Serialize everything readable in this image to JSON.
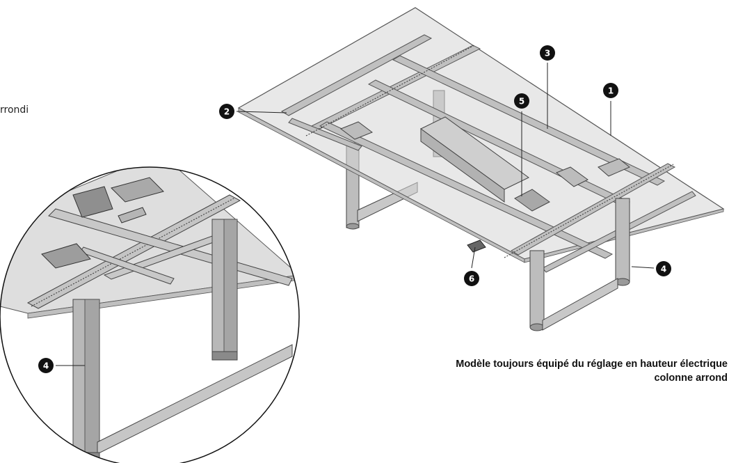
{
  "side_text": "rrondi",
  "caption": {
    "line1": "Modèle toujours équipé du réglage en hauteur électrique",
    "line2": "colonne arrond"
  },
  "callouts": [
    {
      "id": "callout-1",
      "number": "1"
    },
    {
      "id": "callout-2",
      "number": "2"
    },
    {
      "id": "callout-3",
      "number": "3"
    },
    {
      "id": "callout-4",
      "number": "4"
    },
    {
      "id": "callout-5",
      "number": "5"
    },
    {
      "id": "callout-6",
      "number": "6"
    },
    {
      "id": "callout-4-detail",
      "number": "4"
    }
  ],
  "colors": {
    "tabletop": "#d6d6d6",
    "frame": "#b4b4b4",
    "outline": "#333333",
    "callout": "#111111"
  }
}
